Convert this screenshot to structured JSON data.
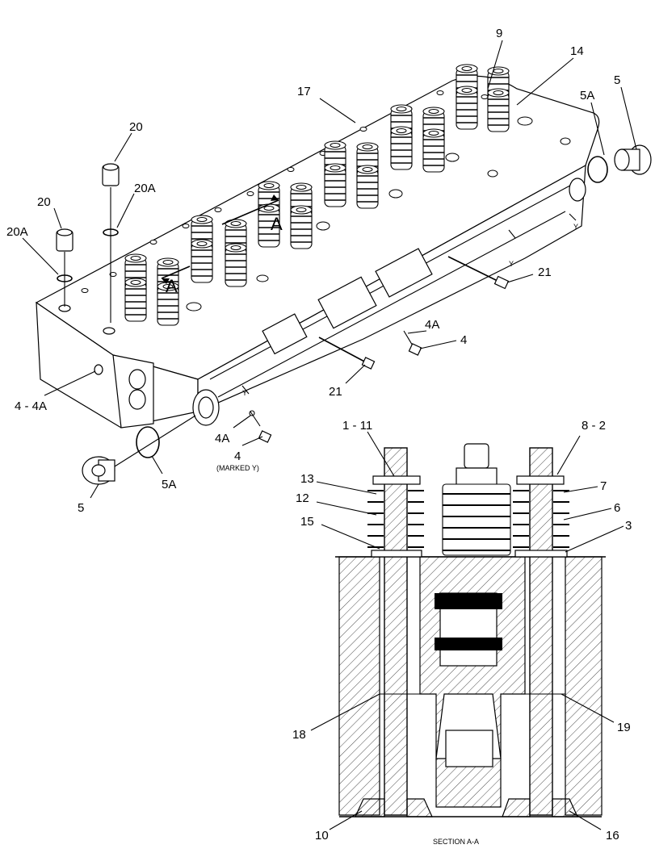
{
  "callouts": {
    "c9": "9",
    "c14": "14",
    "c17": "17",
    "c5a_top": "5A",
    "c5_top": "5",
    "c20_a": "20",
    "c20a_a": "20A",
    "c20_b": "20",
    "c20a_b": "20A",
    "cA_1": "A",
    "cA_2": "A",
    "cY_1": "Y",
    "cY_2": "Y",
    "cY_3": "Y",
    "c21_a": "21",
    "c4a_a": "4A",
    "c4_a": "4",
    "c4_4a": "4 - 4A",
    "c21_b": "21",
    "c4a_b": "4A",
    "c4_b": "4",
    "marked_y": "(MARKED Y)",
    "c5_bottom": "5",
    "c5a_bottom": "5A",
    "c1_11": "1 - 11",
    "c8_2": "8 - 2",
    "c13": "13",
    "c12": "12",
    "c15": "15",
    "c7": "7",
    "c6": "6",
    "c3": "3",
    "c18": "18",
    "c19": "19",
    "c10": "10",
    "c16": "16",
    "section": "SECTION A-A"
  }
}
